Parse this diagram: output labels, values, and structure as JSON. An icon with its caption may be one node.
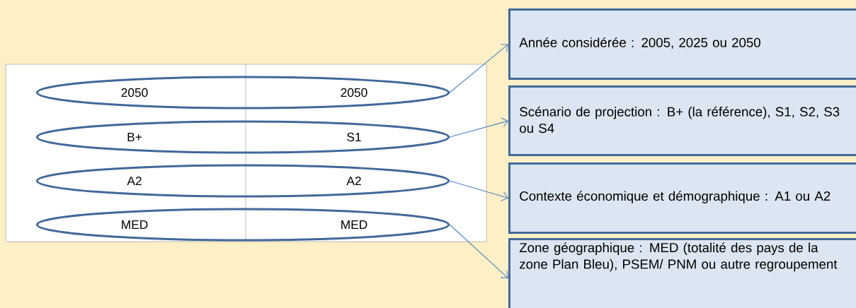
{
  "diagram": {
    "nodes": [
      {
        "text": [
          "2050",
          "2050"
        ]
      },
      {
        "text": [
          "B+",
          "S1"
        ]
      },
      {
        "text": [
          "A2",
          "A2"
        ]
      },
      {
        "text": [
          "MED",
          "MED"
        ]
      },
      {
        "text": [
          "Année considérée : 2005, 2025 ou 2050"
        ]
      },
      {
        "text": [
          "Scénario de projection : B+ (la référence), S1, S2, S3 ou S4"
        ]
      },
      {
        "text": [
          "Contexte économique et démographique : A1 ou A2"
        ]
      },
      {
        "text": [
          "Zone géographique : MED (totalité des pays de la zone Plan Bleu), PSEM/ PNM ou autre regroupement"
        ]
      }
    ],
    "edges": [
      {
        "from": 0,
        "to": 4,
        "arrow": "to"
      },
      {
        "from": 1,
        "to": 5,
        "arrow": "to"
      },
      {
        "from": 2,
        "to": 6,
        "arrow": "to"
      },
      {
        "from": 3,
        "to": 7,
        "arrow": "to"
      }
    ]
  }
}
